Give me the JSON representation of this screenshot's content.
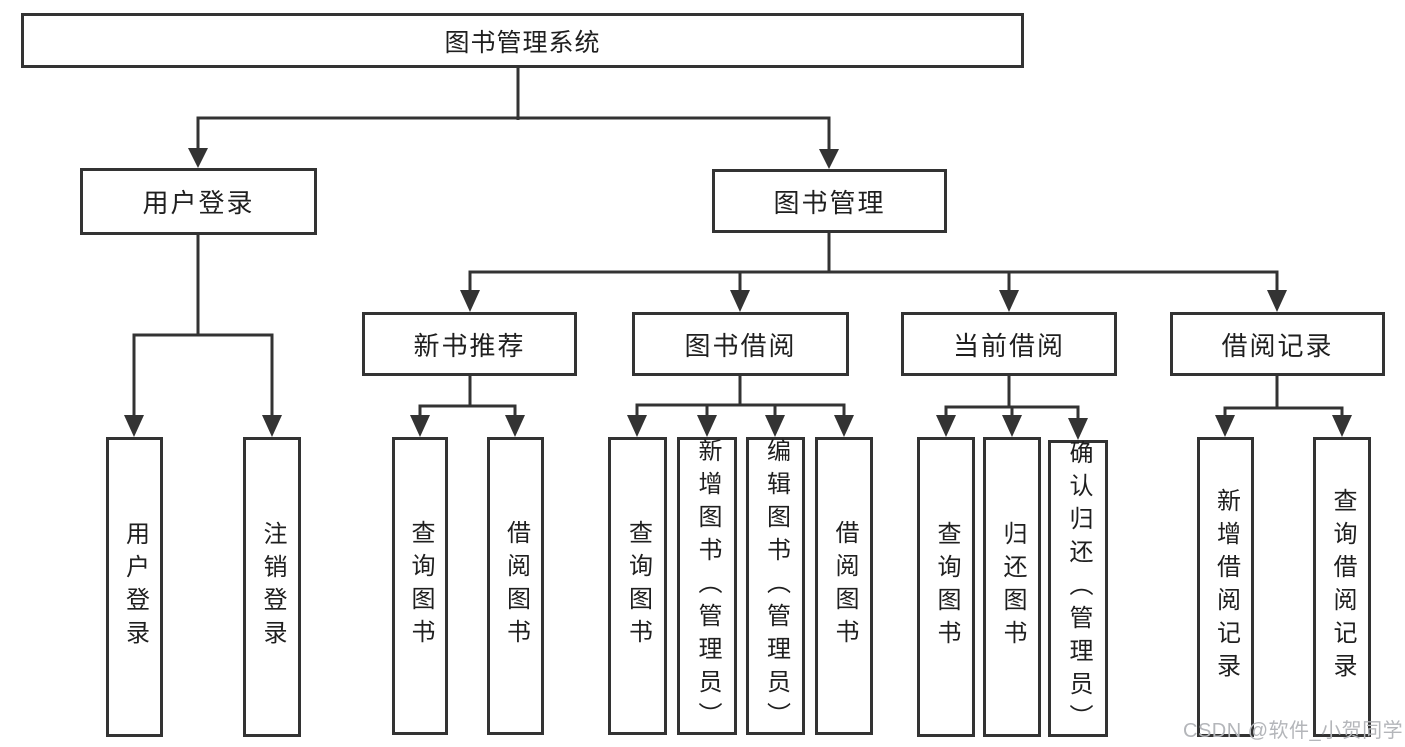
{
  "colors": {
    "line": "#333333",
    "node_border": "#333333",
    "node_text": "#1f1f1f",
    "background": "#ffffff",
    "watermark_text_color": "#b4b6ba"
  },
  "watermark": {
    "text": "CSDN @软件_小贺同学"
  },
  "tree": {
    "root": {
      "label": "图书管理系统"
    },
    "branches": [
      {
        "label": "用户登录",
        "children": [
          {
            "label": "用户登录"
          },
          {
            "label": "注销登录"
          }
        ]
      },
      {
        "label": "图书管理",
        "groups": [
          {
            "label": "新书推荐",
            "children": [
              {
                "label": "查询图书"
              },
              {
                "label": "借阅图书"
              }
            ]
          },
          {
            "label": "图书借阅",
            "children": [
              {
                "label": "查询图书"
              },
              {
                "label": "新增图书（管理员）"
              },
              {
                "label": "编辑图书（管理员）"
              },
              {
                "label": "借阅图书"
              }
            ]
          },
          {
            "label": "当前借阅",
            "children": [
              {
                "label": "查询图书"
              },
              {
                "label": "归还图书"
              },
              {
                "label": "确认归还（管理员）"
              }
            ]
          },
          {
            "label": "借阅记录",
            "children": [
              {
                "label": "新增借阅记录"
              },
              {
                "label": "查询借阅记录"
              }
            ]
          }
        ]
      }
    ]
  }
}
